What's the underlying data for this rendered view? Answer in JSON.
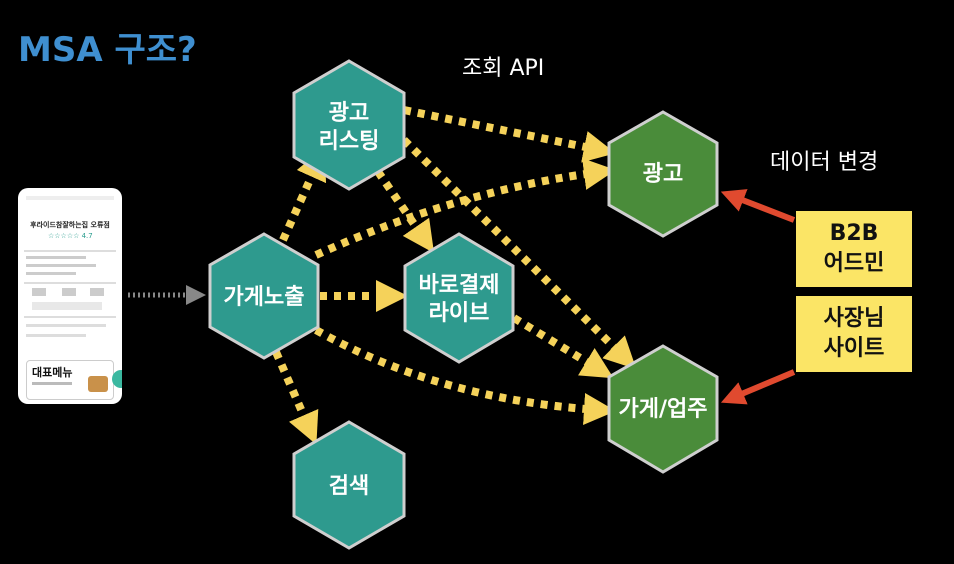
{
  "title": "MSA 구조?",
  "labels": {
    "query_api": "조회 API",
    "data_change": "데이터 변경"
  },
  "nodes": {
    "ad_listing": [
      "광고",
      "리스팅"
    ],
    "store_exposure": "가게노출",
    "direct_payment_live": [
      "바로결제",
      "라이브"
    ],
    "search": "검색",
    "ad": "광고",
    "store_business": "가게/업주"
  },
  "sources": {
    "b2b_admin": [
      "B2B",
      "어드민"
    ],
    "owner_site": [
      "사장님",
      "사이트"
    ]
  },
  "phone": {
    "store_name": "후라이드참잘하는집 오류점",
    "rating": "☆☆☆☆☆ 4.7",
    "menu_title": "대표메뉴"
  },
  "colors": {
    "teal_hex": "#2e9a8e",
    "green_hex": "#4a8c3a",
    "arrow_yellow": "#f5d25a",
    "arrow_red": "#e04a2f",
    "box_yellow": "#fbe566",
    "title_blue": "#3f8fd0"
  }
}
